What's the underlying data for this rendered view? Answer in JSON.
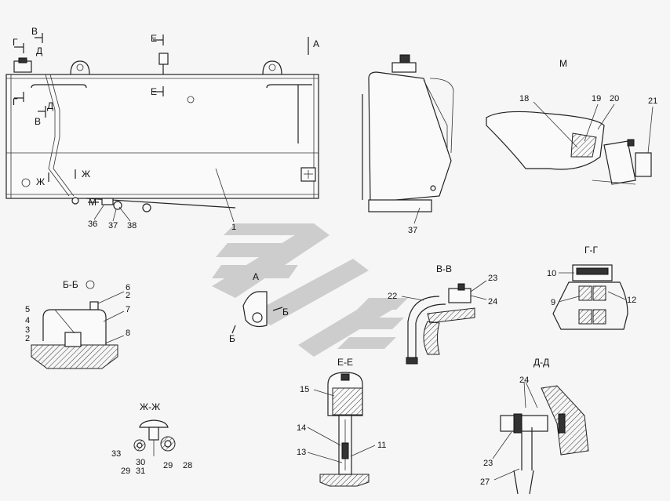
{
  "section_titles": {
    "view_a": "А",
    "view_m": "М",
    "bb": "Б-Б",
    "vv": "В-В",
    "gg": "Г-Г",
    "dd": "Д-Д",
    "ee": "Е-Е",
    "zhzh": "Ж-Ж"
  },
  "cut_marks": {
    "v_top": "В",
    "g_top": "Г",
    "d_top": "Д",
    "e_top": "Е",
    "a_top": "А",
    "e_mid": "Е",
    "g_mid": "Г",
    "v_mid": "В",
    "d_mid": "Д",
    "zh_left": "Ж",
    "zh_right": "Ж",
    "m_low": "М",
    "b_view1": "Б",
    "b_view2": "Б"
  },
  "callouts": {
    "c1": "1",
    "c2a": "2",
    "c2b": "2",
    "c3": "3",
    "c4": "4",
    "c5": "5",
    "c6": "6",
    "c7": "7",
    "c8": "8",
    "c9": "9",
    "c10": "10",
    "c11": "11",
    "c12": "12",
    "c13": "13",
    "c14": "14",
    "c15": "15",
    "c18": "18",
    "c19": "19",
    "c20": "20",
    "c21": "21",
    "c22": "22",
    "c23a": "23",
    "c23b": "23",
    "c24a": "24",
    "c24b": "24",
    "c27": "27",
    "c28": "28",
    "c29a": "29",
    "c29b": "29",
    "c30": "30",
    "c31": "31",
    "c33": "33",
    "c36": "36",
    "c37a": "37",
    "c37b": "37",
    "c38": "38"
  }
}
